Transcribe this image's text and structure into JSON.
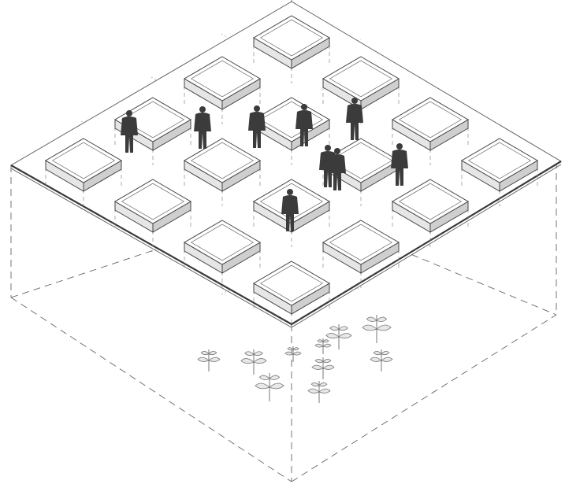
{
  "drawing": {
    "kind": "isometric-axonometric",
    "planter_grid": {
      "columns": 4,
      "rows": 4
    },
    "planter_count": 16,
    "people_count": 9,
    "plant_count": 10,
    "colors": {
      "ink": "#3a3a3a",
      "figure": "#3b3b3b",
      "planter_shadow": "#cfcfcf",
      "planter_side": "#e6e6e6",
      "background": "#ffffff"
    },
    "icons": [
      "person-figure-icon",
      "plant-sketch-icon",
      "planter-box-icon"
    ]
  }
}
